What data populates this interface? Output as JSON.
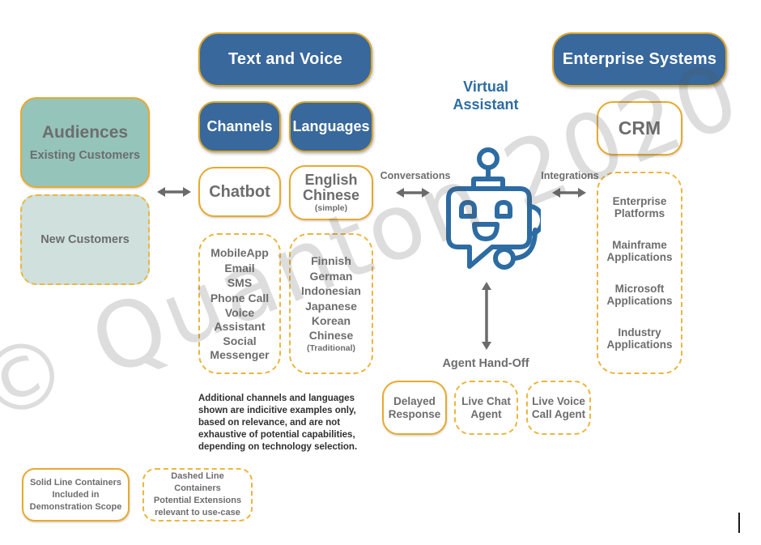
{
  "watermark": "© Quanton 2020",
  "headers": {
    "text_voice": "Text and Voice",
    "enterprise": "Enterprise Systems"
  },
  "audiences": {
    "title": "Audiences",
    "existing": "Existing Customers",
    "new": "New Customers"
  },
  "channels": {
    "header": "Channels",
    "main": "Chatbot",
    "items": [
      "MobileApp",
      "Email",
      "SMS",
      "Phone Call",
      "Voice Assistant",
      "Social Messenger"
    ]
  },
  "languages": {
    "header": "Languages",
    "main_line1": "English",
    "main_line2": "Chinese",
    "main_note": "(simple)",
    "items": [
      "Finnish",
      "German",
      "Indonesian",
      "Japanese",
      "Korean",
      "Chinese"
    ],
    "items_note": "(Traditional)"
  },
  "assistant": {
    "title_line1": "Virtual",
    "title_line2": "Assistant",
    "conversations_label": "Conversations",
    "integrations_label": "Integrations",
    "agent_handoff_label": "Agent Hand-Off"
  },
  "enterprise": {
    "crm": "CRM",
    "items": [
      "Enterprise Platforms",
      "Mainframe Applications",
      "Microsoft Applications",
      "Industry Applications"
    ]
  },
  "agents": {
    "delayed": "Delayed Response",
    "live_chat": "Live Chat Agent",
    "live_voice": "Live Voice Call Agent"
  },
  "note": "Additional channels and languages shown are indicitive examples only, based on relevance, and are not exhaustive of potential capabilities, depending on technology selection.",
  "legend": {
    "solid_line1": "Solid Line Containers",
    "solid_line2": "Included in",
    "solid_line3": "Demonstration Scope",
    "dashed_line1": "Dashed Line Containers",
    "dashed_line2": "Potential Extensions",
    "dashed_line3": "relevant to use-case"
  },
  "colors": {
    "header_blue": "#38689c",
    "gold_border": "#e7aa2d",
    "dashed_gold": "#eab63e",
    "teal_fill": "#95c4bb",
    "teal_light_fill": "#cfe0dd",
    "gray_text": "#6d6d6d",
    "accent_blue": "#2d6ca3",
    "arrow_gray": "#6b6b6b"
  }
}
